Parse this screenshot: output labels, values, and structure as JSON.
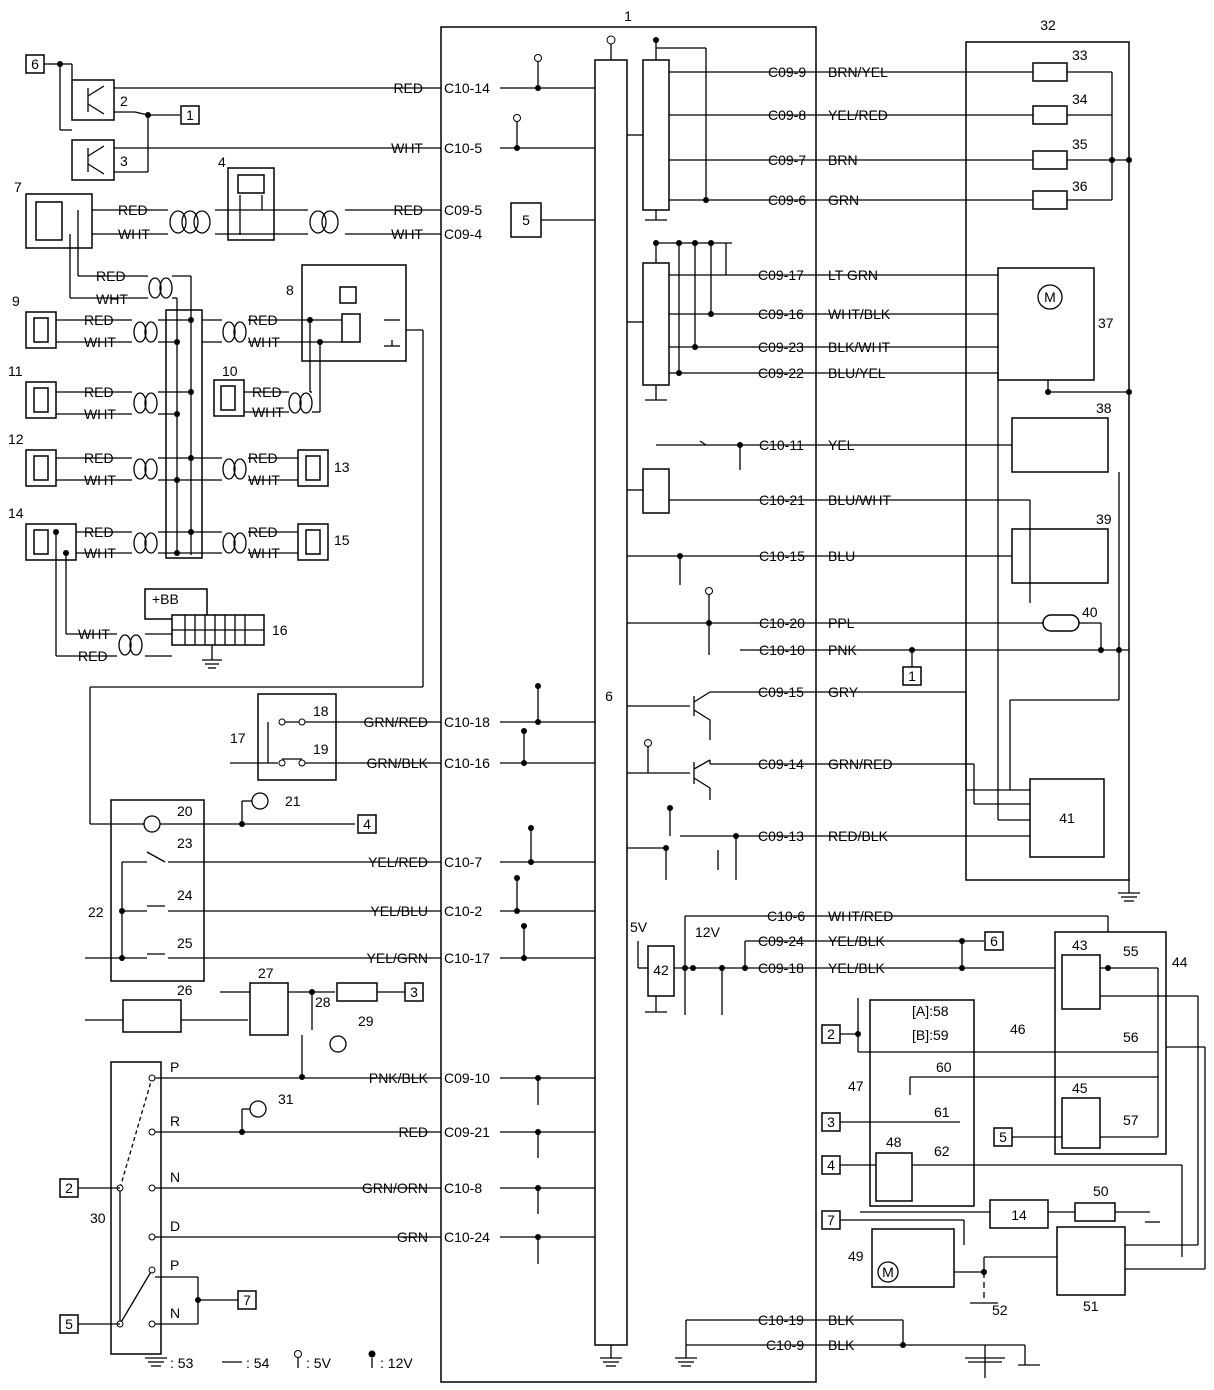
{
  "components": {
    "ecm": "1",
    "ecm_internal": "6",
    "icm": "32",
    "internal_5": "5",
    "n2": "2",
    "n3": "3",
    "n4": "4",
    "n7": "7",
    "n8": "8",
    "n9": "9",
    "n10": "10",
    "n11": "11",
    "n12": "12",
    "n13": "13",
    "n14": "14",
    "n15": "15",
    "n16": "16",
    "n17": "17",
    "n18": "18",
    "n19": "19",
    "n20": "20",
    "n21": "21",
    "n22": "22",
    "n23": "23",
    "n24": "24",
    "n25": "25",
    "n26": "26",
    "n27": "27",
    "n28": "28",
    "n29": "29",
    "n30": "30",
    "n31": "31",
    "n33": "33",
    "n34": "34",
    "n35": "35",
    "n36": "36",
    "n37": "37",
    "n38": "38",
    "n39": "39",
    "n40": "40",
    "n41": "41",
    "n42": "42",
    "n43": "43",
    "n44": "44",
    "n45": "45",
    "n46": "46",
    "n47": "47",
    "n48": "48",
    "n49": "49",
    "n50": "50",
    "n51": "51",
    "n52": "52",
    "n55": "55",
    "n56": "56",
    "n57": "57",
    "n60": "60",
    "n61": "61",
    "n62": "62",
    "n58": "[A]:58",
    "n59": "[B]:59",
    "bb": "+BB",
    "v5": "5V",
    "v12": "12V",
    "motor": "M"
  },
  "refs": {
    "r1": "1",
    "r2": "2",
    "r3": "3",
    "r4": "4",
    "r5": "5",
    "r6": "6",
    "r7": "7",
    "r14": "14"
  },
  "wires": {
    "RED": "RED",
    "WHT": "WHT",
    "C10_14": "C10-14",
    "C10_5": "C10-5",
    "C09_5": "C09-5",
    "C09_4": "C09-4",
    "C09_9": "C09-9",
    "BRN_YEL": "BRN/YEL",
    "C09_8": "C09-8",
    "YEL_RED": "YEL/RED",
    "C09_7": "C09-7",
    "BRN": "BRN",
    "C09_6": "C09-6",
    "GRN": "GRN",
    "C09_17": "C09-17",
    "LT_GRN": "LT GRN",
    "C09_16": "C09-16",
    "WHT_BLK": "WHT/BLK",
    "C09_23": "C09-23",
    "BLK_WHT": "BLK/WHT",
    "C09_22": "C09-22",
    "BLU_YEL": "BLU/YEL",
    "C10_11": "C10-11",
    "YEL": "YEL",
    "C10_21": "C10-21",
    "BLU_WHT": "BLU/WHT",
    "C10_15": "C10-15",
    "BLU": "BLU",
    "C10_20": "C10-20",
    "PPL": "PPL",
    "C10_10": "C10-10",
    "PNK": "PNK",
    "C09_15": "C09-15",
    "GRY": "GRY",
    "C09_14": "C09-14",
    "GRN_RED": "GRN/RED",
    "C09_13": "C09-13",
    "RED_BLK": "RED/BLK",
    "C10_6": "C10-6",
    "WHT_RED": "WHT/RED",
    "C09_24": "C09-24",
    "YEL_BLK": "YEL/BLK",
    "C09_18": "C09-18",
    "C10_19": "C10-19",
    "BLK": "BLK",
    "C10_9": "C10-9",
    "C10_18": "C10-18",
    "C10_16": "C10-16",
    "GRN_BLK": "GRN/BLK",
    "C10_7": "C10-7",
    "C10_2": "C10-2",
    "YEL_BLU": "YEL/BLU",
    "C10_17": "C10-17",
    "YEL_GRN": "YEL/GRN",
    "C09_10": "C09-10",
    "PNK_BLK": "PNK/BLK",
    "C09_21": "C09-21",
    "C10_8": "C10-8",
    "GRN_ORN": "GRN/ORN",
    "C10_24": "C10-24"
  },
  "gear": {
    "P": "P",
    "R": "R",
    "N": "N",
    "D": "D"
  },
  "legend": {
    "ground53": ": 53",
    "ground54": ": 54",
    "v5": ": 5V",
    "v12": ": 12V"
  }
}
